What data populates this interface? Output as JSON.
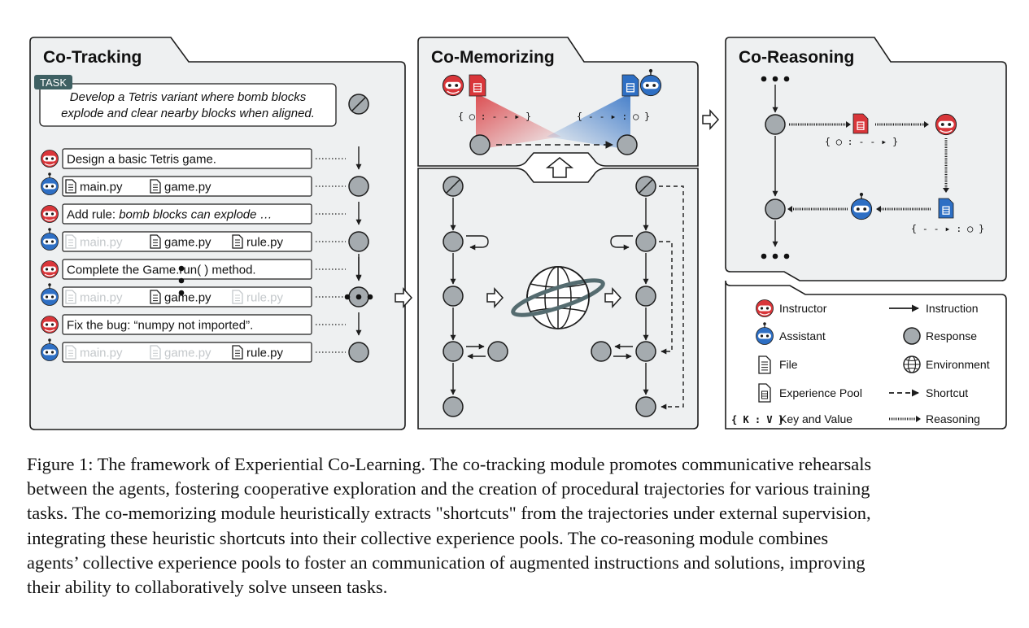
{
  "colors": {
    "instructor_red": "#d9363a",
    "assistant_blue": "#2e6fc4",
    "panel_fill": "#eef0f1",
    "node_fill": "#a5abaf",
    "dark": "#1d1d1d"
  },
  "co_tracking": {
    "title": "Co-Tracking",
    "task_badge": "TASK",
    "task_line1": "Develop a Tetris variant where bomb blocks",
    "task_line2": "explode and clear nearby blocks when aligned.",
    "rows": [
      {
        "role": "instructor",
        "text": "Design a basic Tetris game."
      },
      {
        "role": "assistant",
        "files": [
          {
            "name": "main.py",
            "faded": false
          },
          {
            "name": "game.py",
            "faded": false
          }
        ]
      },
      {
        "role": "instructor",
        "text_plain": "Add rule: ",
        "text_italic": "bomb blocks can explode …"
      },
      {
        "role": "assistant",
        "files": [
          {
            "name": "main.py",
            "faded": true
          },
          {
            "name": "game.py",
            "faded": false
          },
          {
            "name": "rule.py",
            "faded": false
          }
        ]
      },
      {
        "role": "instructor",
        "text": "Complete the Game.run( ) method."
      },
      {
        "role": "assistant",
        "files": [
          {
            "name": "main.py",
            "faded": true
          },
          {
            "name": "game.py",
            "faded": false
          },
          {
            "name": "rule.py",
            "faded": true
          }
        ]
      },
      {
        "role": "instructor",
        "text": "Fix the bug: “numpy not imported”."
      },
      {
        "role": "assistant",
        "files": [
          {
            "name": "main.py",
            "faded": true
          },
          {
            "name": "game.py",
            "faded": true
          },
          {
            "name": "rule.py",
            "faded": false
          }
        ]
      }
    ]
  },
  "co_memorizing": {
    "title": "Co-Memorizing",
    "key_value_left": "{ ◯ : - - ▸ }",
    "key_value_right": "{ - - ▸ : ◯ }"
  },
  "co_reasoning": {
    "title": "Co-Reasoning",
    "key_value_top": "{ ◯ : - - ▸ }",
    "key_value_bottom": "{ - - ▸ : ◯ }"
  },
  "legend": {
    "instructor": "Instructor",
    "assistant": "Assistant",
    "file": "File",
    "experience_pool": "Experience Pool",
    "key_value_symbol": "{ K : V }",
    "key_value": "Key and Value",
    "instruction": "Instruction",
    "response": "Response",
    "environment": "Environment",
    "shortcut": "Shortcut",
    "reasoning": "Reasoning"
  },
  "caption_lines": [
    "Figure 1: The framework of Experiential Co-Learning. The co-tracking module promotes communicative rehearsals",
    "between the agents, fostering cooperative exploration and the creation of procedural trajectories for various training",
    "tasks. The co-memorizing module heuristically extracts \"shortcuts\" from the trajectories under external supervision,",
    "integrating these heuristic shortcuts into their collective experience pools. The co-reasoning module combines",
    "agents’ collective experience pools to foster an communication of augmented instructions and solutions, improving",
    "their ability to collaboratively solve unseen tasks."
  ]
}
